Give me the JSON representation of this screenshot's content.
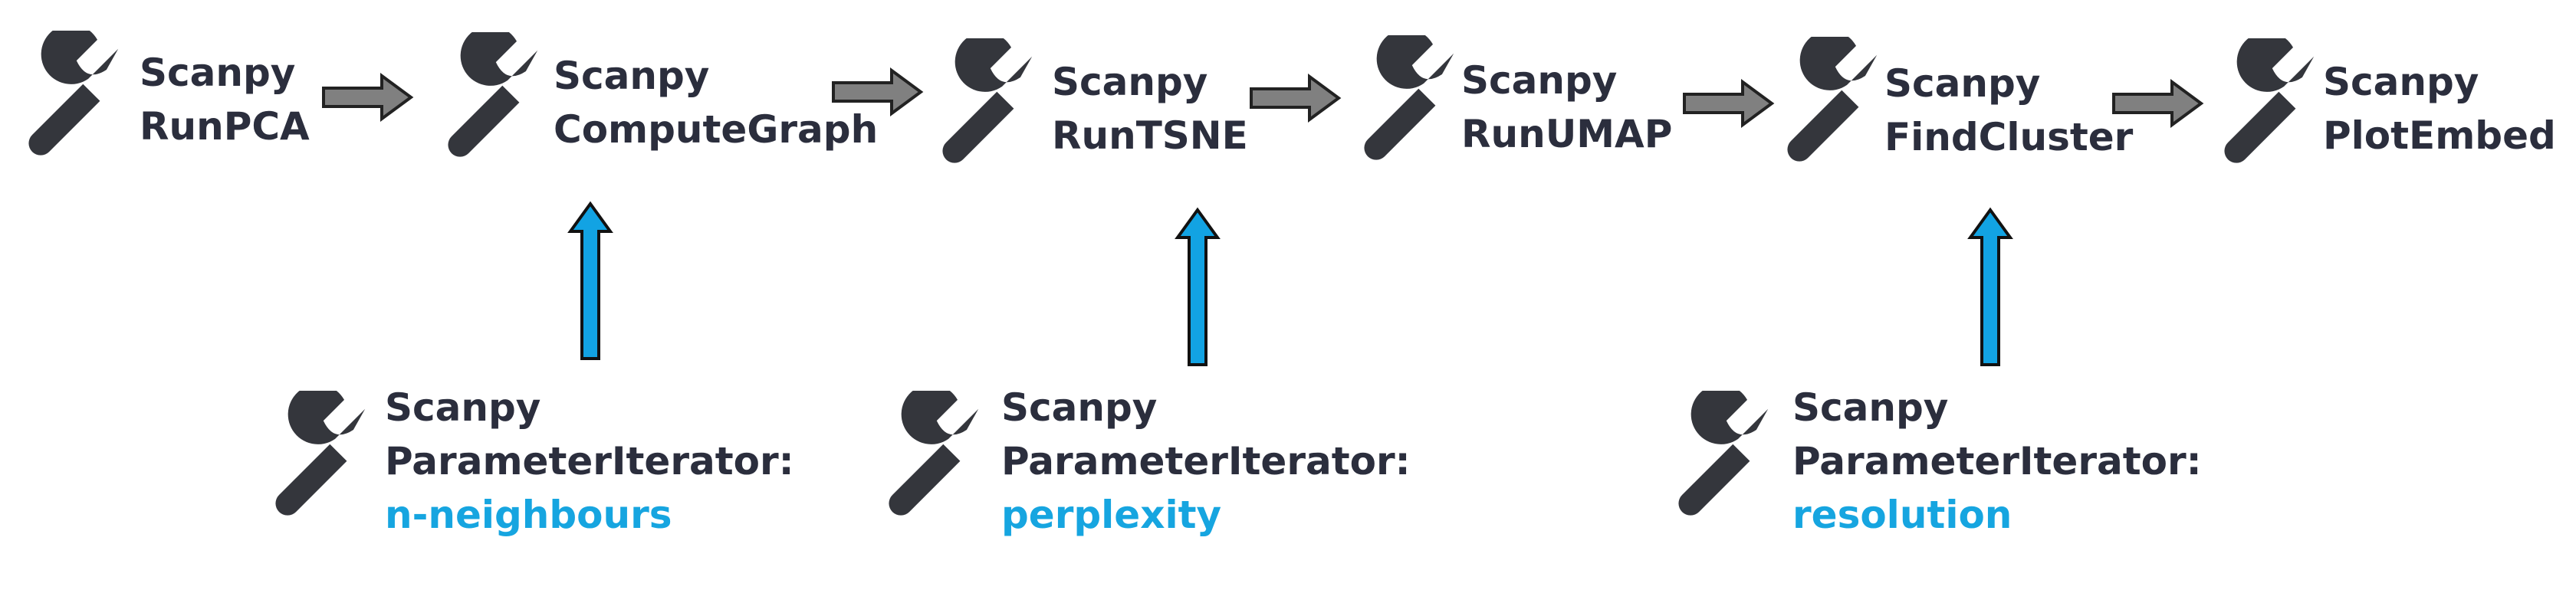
{
  "colors": {
    "text": "#2b2e3d",
    "icon": "#34363c",
    "parameter": "#16a5e0",
    "pipeline_arrow_fill": "#808080",
    "parameter_arrow_fill": "#12a3e3"
  },
  "pipeline": [
    {
      "icon": "wrench-icon",
      "line1": "Scanpy",
      "line2": "RunPCA"
    },
    {
      "icon": "wrench-icon",
      "line1": "Scanpy",
      "line2": "ComputeGraph"
    },
    {
      "icon": "wrench-icon",
      "line1": "Scanpy",
      "line2": "RunTSNE"
    },
    {
      "icon": "wrench-icon",
      "line1": "Scanpy",
      "line2": "RunUMAP"
    },
    {
      "icon": "wrench-icon",
      "line1": "Scanpy",
      "line2": "FindCluster"
    },
    {
      "icon": "wrench-icon",
      "line1": "Scanpy",
      "line2": "PlotEmbed"
    }
  ],
  "iterators": [
    {
      "icon": "wrench-icon",
      "line1": "Scanpy",
      "line2": "ParameterIterator:",
      "parameter": "n-neighbours",
      "feeds": "ComputeGraph"
    },
    {
      "icon": "wrench-icon",
      "line1": "Scanpy",
      "line2": "ParameterIterator:",
      "parameter": "perplexity",
      "feeds": "RunTSNE"
    },
    {
      "icon": "wrench-icon",
      "line1": "Scanpy",
      "line2": "ParameterIterator:",
      "parameter": "resolution",
      "feeds": "FindCluster"
    }
  ]
}
